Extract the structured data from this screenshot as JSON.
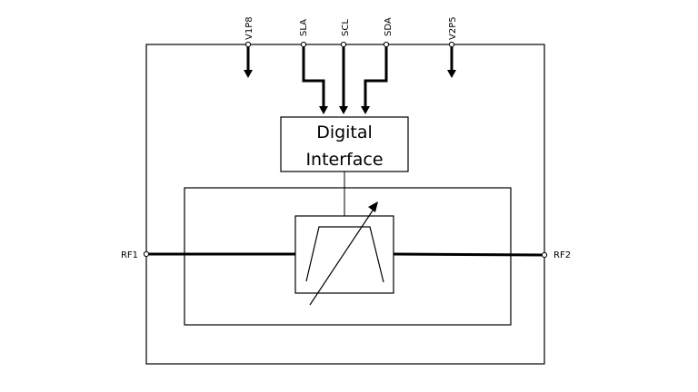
{
  "diagram": {
    "top_pins": [
      {
        "id": "v1p8",
        "label": "V1P8"
      },
      {
        "id": "sla",
        "label": "SLA"
      },
      {
        "id": "scl",
        "label": "SCL"
      },
      {
        "id": "sda",
        "label": "SDA"
      },
      {
        "id": "v2p5",
        "label": "V2P5"
      }
    ],
    "rf_ports": {
      "left": "RF1",
      "right": "RF2"
    },
    "digital_interface": {
      "line1": "Digital",
      "line2": "Interface"
    },
    "inner_block": "tunable-filter",
    "colors": {
      "stroke": "#000000",
      "background": "#ffffff"
    }
  }
}
